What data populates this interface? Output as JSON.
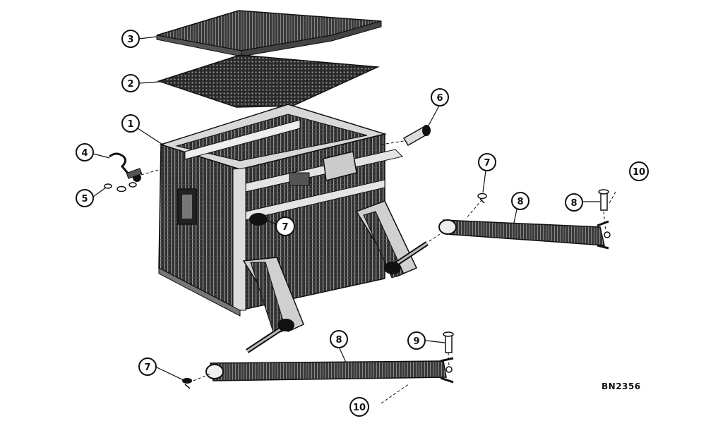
{
  "figure_id": "BN2356",
  "callouts": [
    {
      "id": "c3a",
      "label": "3"
    },
    {
      "id": "c2a",
      "label": "2"
    },
    {
      "id": "c1a",
      "label": "1"
    },
    {
      "id": "c4a",
      "label": "4"
    },
    {
      "id": "c5a",
      "label": "5"
    },
    {
      "id": "c6a",
      "label": "6"
    },
    {
      "id": "c7a",
      "label": "7"
    },
    {
      "id": "c7b",
      "label": "7"
    },
    {
      "id": "c8a",
      "label": "8"
    },
    {
      "id": "c8b",
      "label": "8"
    },
    {
      "id": "c10a",
      "label": "10"
    },
    {
      "id": "c7c",
      "label": "7"
    },
    {
      "id": "c8c",
      "label": "8"
    },
    {
      "id": "c9a",
      "label": "9"
    },
    {
      "id": "c10b",
      "label": "10"
    }
  ]
}
